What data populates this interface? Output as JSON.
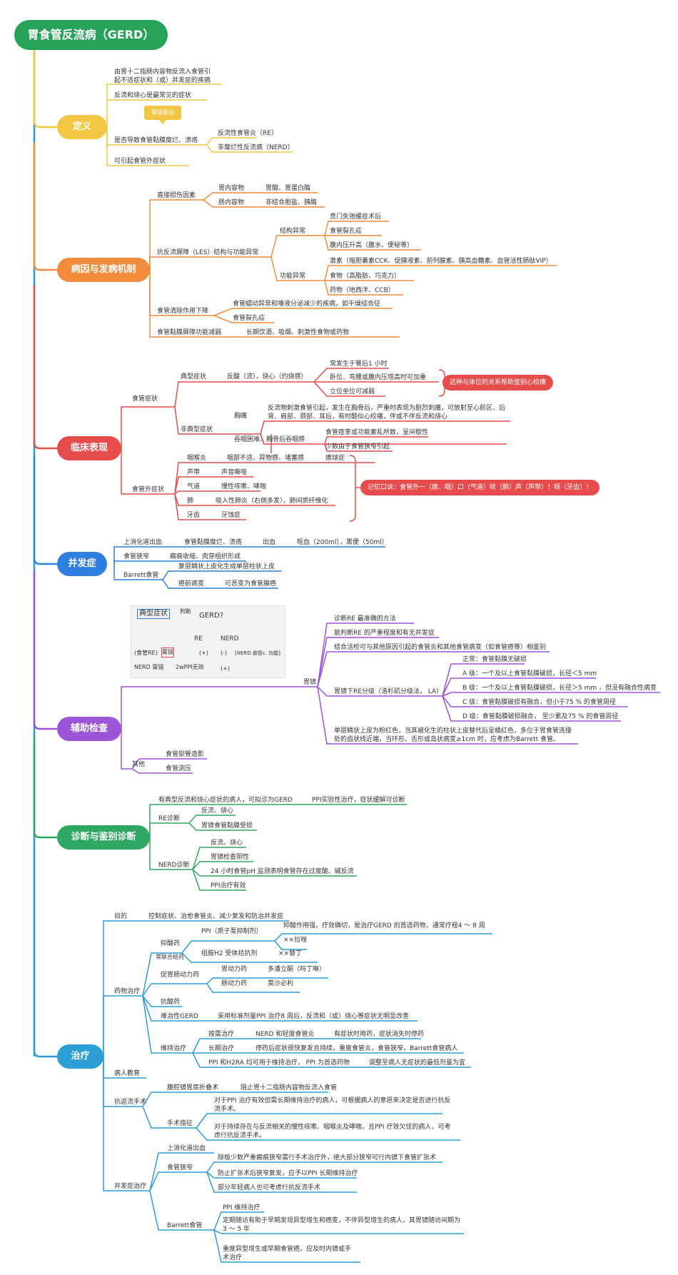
{
  "colors": {
    "root": "#27a25a",
    "def": "#f2c744",
    "path": "#f08c3c",
    "clin": "#e74c4c",
    "comp": "#2f7fe0",
    "exam": "#9b55d6",
    "diag": "#2ea862",
    "treat": "#2b9ed6"
  },
  "root": {
    "title": "胃食管反流病（GERD）"
  },
  "definition": {
    "label": "定义",
    "tag": "胃镜鉴别",
    "items": [
      "由胃十二指肠内容物反流入食管引",
      "起不适症状和（或）并发症的疾病",
      "反流和烧心是最常见的症状",
      "是否导致食管黏膜糜烂、溃疡",
      "可引起食管外症状"
    ],
    "subtypes": [
      "反流性食管炎（RE）",
      "非糜烂性反流病（NERD）"
    ]
  },
  "pathogenesis": {
    "label": "病因与发病机制",
    "direct": "直接损伤因素",
    "direct_items": [
      "胃内容物",
      "胃酸、胃蛋白酶",
      "肠内容物",
      "非结合胆盐、胰酶"
    ],
    "les": "抗反流屏障（LES）结构与功能异常",
    "structural": "结构异常",
    "structural_items": [
      "贲门失弛缓症术后",
      "食管裂孔疝",
      "腹内压升高（腹水、便秘等）"
    ],
    "functional": "功能异常",
    "functional_items": [
      "激素（缩胆囊素CCK、促胰液素、前列腺素、胰高血糖素、血管活性肠肽VIP）",
      "食物（高脂肪、巧克力）",
      "药物（地西泮、CCB）"
    ],
    "clearance": "食管清除作用下降",
    "clearance_items": [
      "食管蠕动异常和唾液分泌减少的疾病，如干燥综合征",
      "食管裂孔疝"
    ],
    "mucosa": "食管黏膜屏障功能减弱",
    "mucosa_item": "长期饮酒、吸烟、刺激性食物或药物"
  },
  "clinical": {
    "label": "临床表现",
    "esophageal": "食管症状",
    "typical": "典型症状",
    "typical_desc": "反酸（流），烧心（灼烧感）",
    "typical_items": [
      "常发生于餐后1 小时",
      "卧位、弯腰或腹内压增高时可加重",
      "立位坐位可减弱"
    ],
    "callout1": "这种与体位的关系帮助鉴别心绞痛",
    "atypical": "非典型症状",
    "chest_pain": "胸痛",
    "chest_pain_desc": [
      "反流物刺激食管引起，发生在胸骨后，严重时表现为剧烈刺痛，可放射至心前区、后",
      "背、肩部、颈部、耳后，有时酷似心绞痛，伴或不伴反流和烧心"
    ],
    "dysphagia": "吞咽困难、胸骨后吞咽感",
    "dysphagia_items": [
      "食管痉挛或功能紊乱所致，呈间歇性",
      "少数由于食管狭窄引起"
    ],
    "extra": "食管外症状",
    "extra_items": [
      {
        "name": "咽喉炎",
        "desc": "咽部不适、异物感、堵塞感",
        "extra": "癔球症"
      },
      {
        "name": "声带",
        "desc": "声音嘶哑",
        "extra": ""
      },
      {
        "name": "气道",
        "desc": "慢性咳嗽、哮喘",
        "extra": ""
      },
      {
        "name": "肺",
        "desc": "吸入性肺炎（右侧多发），肺间质纤维化",
        "extra": ""
      },
      {
        "name": "牙齿",
        "desc": "牙蚀症",
        "extra": ""
      }
    ],
    "callout2": "记忆口诀：食管外一（癔、咽）口（气道）吠（肺）声（声带）！呀（牙齿）！"
  },
  "complications": {
    "label": "并发症",
    "bleeding": "上消化道出血",
    "bleeding_desc": "食管黏膜糜烂、溃疡",
    "bleeding_sub": "出血",
    "bleeding_detail": "呕血（200ml），黑便（50ml）",
    "stricture": "食管狭窄",
    "stricture_desc": "瘢痕收缩、肉芽组织形成",
    "barrett": "Barrett食管",
    "barrett_items": [
      "复层鳞状上皮化生成单层柱状上皮",
      "癌前病变"
    ],
    "barrett_note": "可恶变为食管腺癌"
  },
  "exam": {
    "label": "辅助检查",
    "endoscopy": "胃镜",
    "endo_items": [
      "诊断RE 最准确的方法",
      "能判断RE 的严重程度和有无并发症",
      "结合活检可与其他原因引起的食管炎和其他食管病变（如食管癌等）相鉴别"
    ],
    "la": "胃镜下RE分级（洛杉矶分级法， LA）",
    "la_items": [
      "正常：食管黏膜无破损",
      "A 级：一个及以上食管黏膜破损，长径＜5 mm",
      "B 级：一个及以上食管黏膜破损，长径＞5 mm ，但没有融合性病变",
      "C 级：食管黏膜破损有融合，但小于75 % 的食管周径",
      "D 级：食管黏膜破损融合， 至少累及75 % 的食管周径"
    ],
    "barrett_note": [
      "单层鳞状上皮为粉红色，当其被化生的柱状上皮替代后呈橘红色，多位于胃食管连接",
      "处的齿状线近端，当环形、舌形或岛状病变≥1cm 时，应考虑为Barrett 食管。"
    ],
    "other": "其他",
    "other_items": [
      "食管钡餐造影",
      "食管测压"
    ],
    "sketch_labels": [
      "典型症状",
      "判断",
      "GERD?",
      "RE",
      "NERD",
      "(食管RE)",
      "胃镜",
      "(+)",
      "(-)",
      "[NERD.食管c. 功能]",
      "NERD 胃镜",
      "2wPPI无效",
      "(+)"
    ]
  },
  "diagnosis": {
    "label": "诊断与鉴别诊断",
    "first": "有典型反流和烧心症状的病人，可拟诊为GERD",
    "first_note": "PPI实验性治疗，症状缓解可诊断",
    "re": "RE诊断",
    "re_items": [
      "反流、烧心",
      "胃镜食管黏膜受损"
    ],
    "nerd": "NERD诊断",
    "nerd_items": [
      "反流、烧心",
      "胃镜检查阴性",
      "24 小时食管pH 监测表明食管存在过度酸、碱反流",
      "PPI治疗有效"
    ]
  },
  "treatment": {
    "label": "治疗",
    "goal": "目的",
    "goal_desc": "控制症状、治愈食管炎、减少复发和防治并发症",
    "drug": "药物治疗",
    "acid": "抑酸药",
    "combo": "常联合给药",
    "ppi": "PPI（质子泵抑制剂）",
    "ppi_desc": "抑酸作用强，疗效确切，是治疗GERD 的首选药物，通常疗程4 ～ 8 周",
    "ppi_drug": "××拉唑",
    "h2": "组胺H2 受体拮抗剂",
    "h2_drug": "××替丁",
    "prokinetic": "促胃肠动力药",
    "pro_items": [
      {
        "name": "胃动力药",
        "drug": "多潘立酮（吗丁啉）"
      },
      {
        "name": "肠动力药",
        "drug": "莫沙必利"
      }
    ],
    "antacid": "抗酸药",
    "refractory": "难治性GERD",
    "refractory_desc": "采用标准剂量PPI 治疗8 周后，反流和（或）烧心等症状无明显改善",
    "maintenance": "维持治疗",
    "maint_items": [
      {
        "name": "按需治疗",
        "desc": "NERD 和轻度食管炎",
        "note": "有症状时用药，症状消失时停药"
      },
      {
        "name": "长期治疗",
        "desc": "停药后症状很快复发且持续，重度食管炎，食管狭窄，Barrett食管病人",
        "note": ""
      },
      {
        "name": "PPI 和H2RA 均可用于维持治疗， PPI 为首选药物",
        "desc": "",
        "note": "调整至病人无症状的最低剂量为宜"
      }
    ],
    "education": "病人教育",
    "surgery": "抗返流手术",
    "surg_items": [
      "腹腔镜胃底折叠术",
      "阻止胃十二指肠内容物反流入食管"
    ],
    "indication": "手术指征",
    "ind_items": [
      [
        "对于PPI 治疗有效但需长期维持治疗的病人，可根据病人的意愿来决定是否进行抗反",
        "流手术。"
      ],
      [
        "对于持续存在与反流相关的慢性咳嗽、咽喉炎及哮喘，且PPI 疗效欠佳的病人，可考",
        "虑行抗反流手术。"
      ]
    ],
    "comp": "并发症治疗",
    "bleeding": "上消化道出血",
    "stricture": "食管狭窄",
    "stricture_items": [
      "除极少数严重瘢痕狭窄需行手术治疗外，绝大部分狭窄可行内镜下食管扩张术",
      "防止扩张术后狭窄复发，应予以PPI 长期维持治疗",
      "部分年轻病人也可考虑行抗反流手术"
    ],
    "barrett": "Barrett食管",
    "barrett_items": [
      "PPI 维持治疗",
      [
        "定期随访有助于早期发现异型增生和癌变，不伴异型增生的病人，其胃镜随访间期为",
        "3 ～ 5 年"
      ],
      [
        "重度异型增生或早期食管癌，应及时内镜或手",
        "术治疗"
      ]
    ]
  }
}
